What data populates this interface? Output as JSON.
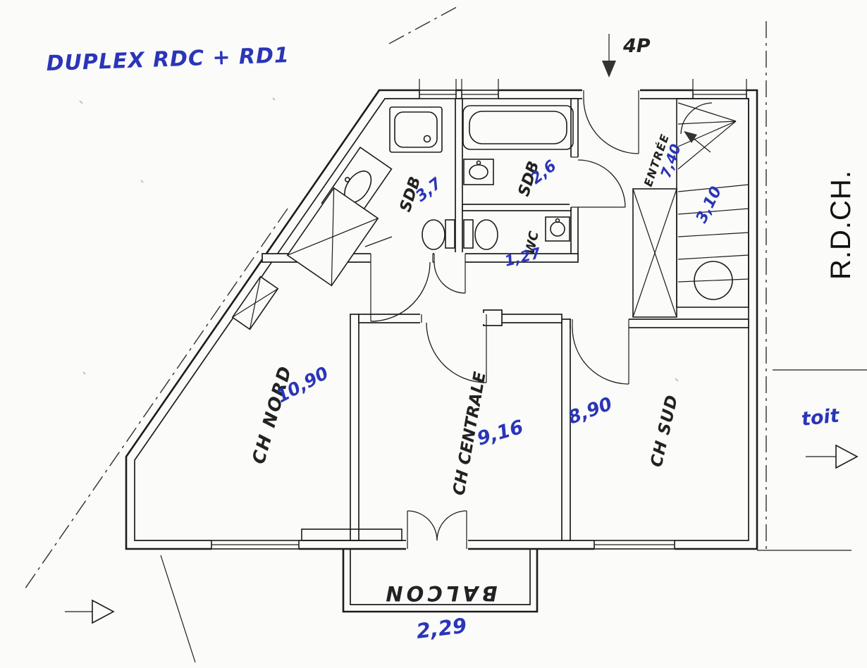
{
  "plan": {
    "title": "DUPLEX  RDC + RD1",
    "unit_type": "4P",
    "floor": "R.D.CH.",
    "roof_label": "toit",
    "rooms": {
      "sdb_nord": {
        "name": "SDB",
        "area": "3,7"
      },
      "sdb_sud": {
        "name": "SDB",
        "area": "2,6"
      },
      "wc": {
        "name": "WC",
        "area": "1,27"
      },
      "entree": {
        "name": "ENTRÉE",
        "area": "7,40"
      },
      "escalier": {
        "area": "3,10"
      },
      "ch_nord": {
        "name": "CH NORD",
        "area": "10,90"
      },
      "ch_centrale": {
        "name": "CH CENTRALE",
        "area": "9,16"
      },
      "ch_sud": {
        "name": "CH SUD",
        "area": "8,90"
      },
      "balcon": {
        "name": "BALCON",
        "width": "2,29"
      }
    },
    "colors": {
      "ink": "#2a35b8",
      "line": "#1c1c1c",
      "paper": "#fbfbf9"
    }
  }
}
